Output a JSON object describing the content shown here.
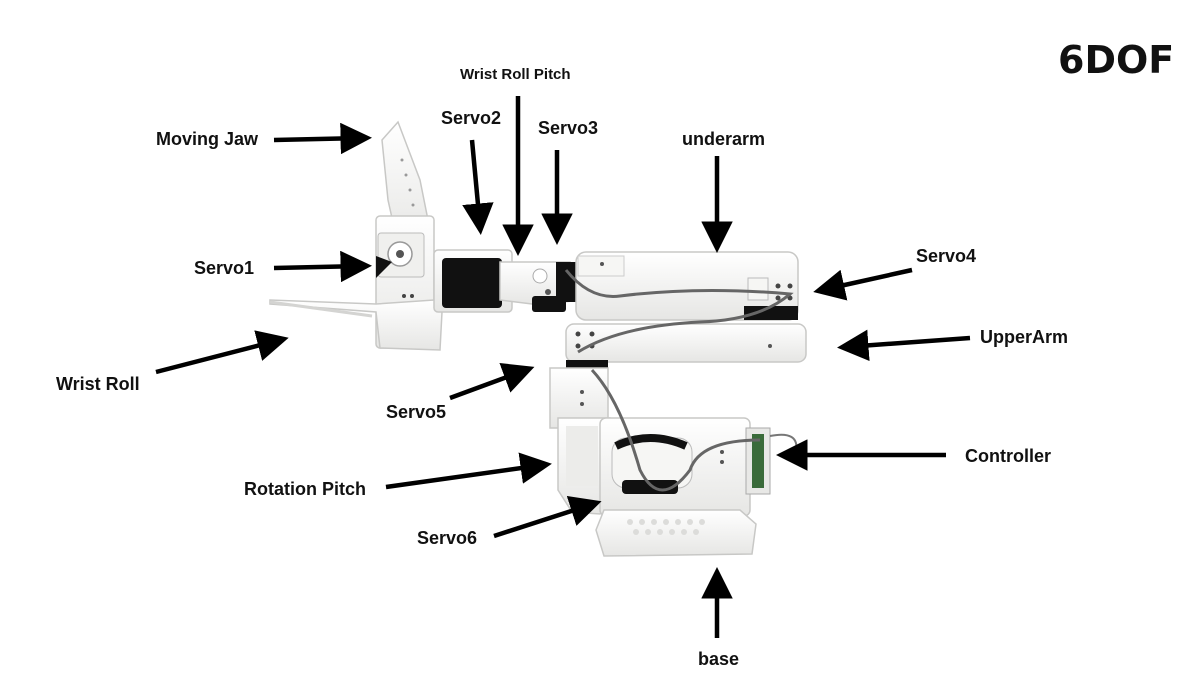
{
  "diagram": {
    "title": "6DOF",
    "labels": {
      "wrist_roll_pitch": "Wrist Roll Pitch",
      "servo2": "Servo2",
      "servo3": "Servo3",
      "moving_jaw": "Moving Jaw",
      "underarm": "underarm",
      "servo1": "Servo1",
      "servo4": "Servo4",
      "upper_arm": "UpperArm",
      "wrist_roll": "Wrist Roll",
      "servo5": "Servo5",
      "controller": "Controller",
      "rotation_pitch": "Rotation Pitch",
      "servo6": "Servo6",
      "base": "base"
    }
  },
  "colors": {
    "arrow": "#000000",
    "body": "#f4f4f2",
    "edge": "#c8c8c6",
    "servo": "#111111",
    "cable": "#666666",
    "controller_board": "#3a6b3a"
  }
}
